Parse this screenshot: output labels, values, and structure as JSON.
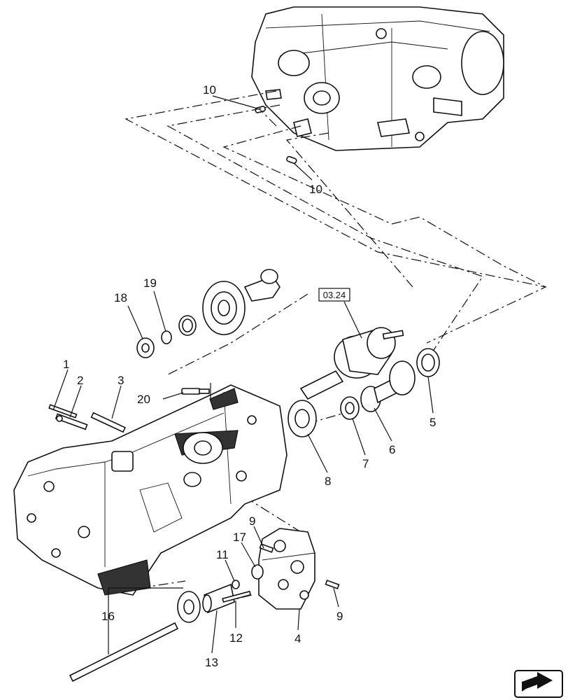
{
  "reference_box": "03.24",
  "callouts": {
    "c1": "1",
    "c2": "2",
    "c3": "3",
    "c4": "4",
    "c5": "5",
    "c6": "6",
    "c7": "7",
    "c8": "8",
    "c9a": "9",
    "c9b": "9",
    "c10a": "10",
    "c10b": "10",
    "c11": "11",
    "c12": "12",
    "c13": "13",
    "c16": "16",
    "c17": "17",
    "c18": "18",
    "c19": "19",
    "c20": "20"
  },
  "nav_icon": "next-page-arrow-icon",
  "colors": {
    "line": "#111111",
    "background": "#ffffff"
  }
}
